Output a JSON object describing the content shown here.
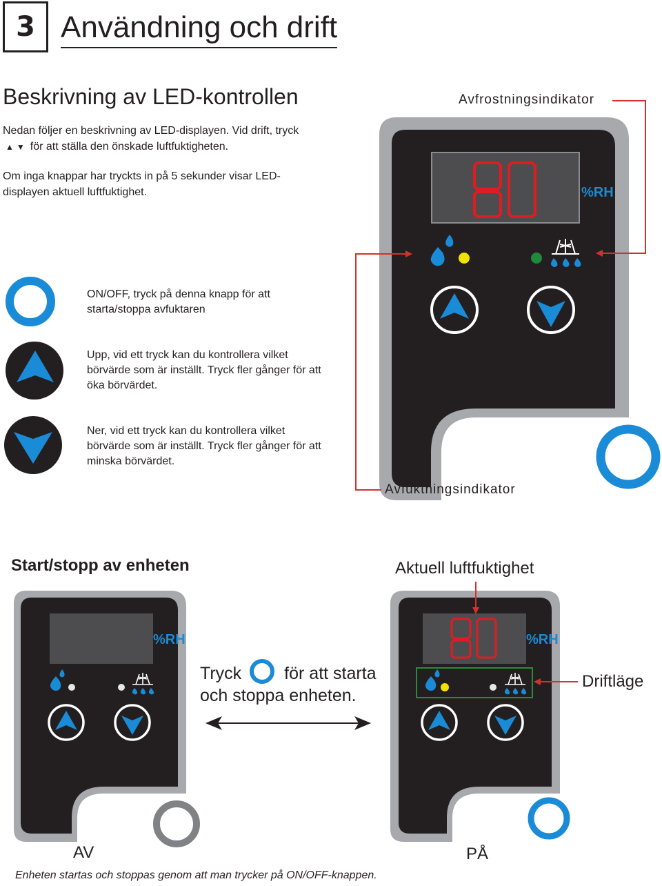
{
  "header": {
    "chapter_number": "3",
    "chapter_title": "Användning och drift"
  },
  "section": {
    "title": "Beskrivning av LED-kontrollen",
    "intro_line1": "Nedan följer en beskrivning av LED-displayen. Vid drift, tryck",
    "intro_line2": "för att ställa den önskade luftfuktigheten.",
    "intro_p2": "Om inga knappar har tryckts in på 5 sekunder visar LED-displayen aktuell luftfuktighet."
  },
  "controller": {
    "display_value": "80",
    "unit": "%RH",
    "defrost_label": "Avfrostningsindikator",
    "dehumid_label": "Avfuktningsindikator"
  },
  "buttons": [
    {
      "name": "onoff",
      "text": "ON/OFF, tryck på denna knapp för att starta/stoppa avfuktaren"
    },
    {
      "name": "up",
      "text": "Upp, vid ett tryck kan du kontrollera vilket börvärde som är inställt. Tryck fler gånger för att öka börvärdet."
    },
    {
      "name": "down",
      "text": "Ner, vid ett tryck kan du kontrollera vilket börvärde som är inställt. Tryck fler gånger för att minska börvärdet."
    }
  ],
  "startstop": {
    "title": "Start/stopp av enheten",
    "current_label": "Aktuell luftfuktighet",
    "instr_press": "Tryck",
    "instr_rest": "för  att starta",
    "instr_line2": "och stoppa enheten.",
    "mode_label": "Driftläge",
    "off_label": "AV",
    "on_label": "PÅ",
    "display_on": "80",
    "unit": "%RH",
    "caption": "Enheten startas och stoppas genom att man trycker på ON/OFF-knappen."
  },
  "colors": {
    "accent_blue": "#1a8bd6",
    "led_red": "#e21b22",
    "arrow_red": "#d62f2f",
    "green_box": "#2a8c3a",
    "indicator_yellow": "#f2e200",
    "indicator_green": "#1f8a3a",
    "panel_black": "#231f20",
    "panel_grey": "#a7a9ac"
  }
}
